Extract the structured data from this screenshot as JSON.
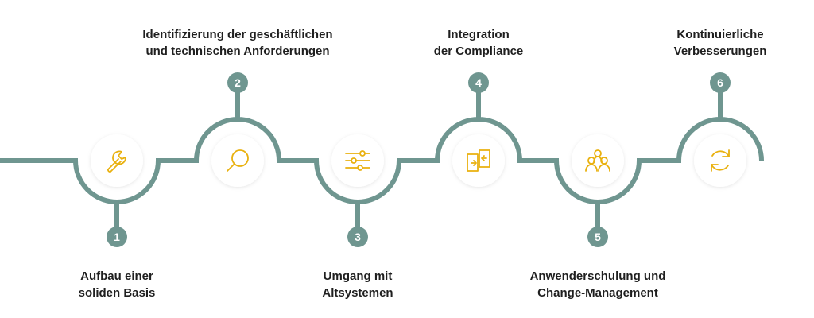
{
  "colors": {
    "track": "#6f9690",
    "accent": "#e9b10f",
    "circle_bg": "#ffffff",
    "text": "#1f1f1f"
  },
  "steps": [
    {
      "number": "1",
      "line1": "Aufbau einer",
      "line2": "soliden Basis",
      "icon": "wrench-icon"
    },
    {
      "number": "2",
      "line1": "Identifizierung der geschäftlichen",
      "line2": "und technischen Anforderungen",
      "icon": "search-icon"
    },
    {
      "number": "3",
      "line1": "Umgang mit",
      "line2": "Altsystemen",
      "icon": "sliders-icon"
    },
    {
      "number": "4",
      "line1": "Integration",
      "line2": "der Compliance",
      "icon": "transfer-arrows-icon"
    },
    {
      "number": "5",
      "line1": "Anwenderschulung und",
      "line2": "Change-Management",
      "icon": "people-icon"
    },
    {
      "number": "6",
      "line1": "Kontinuierliche",
      "line2": "Verbesserungen",
      "icon": "refresh-icon"
    }
  ]
}
